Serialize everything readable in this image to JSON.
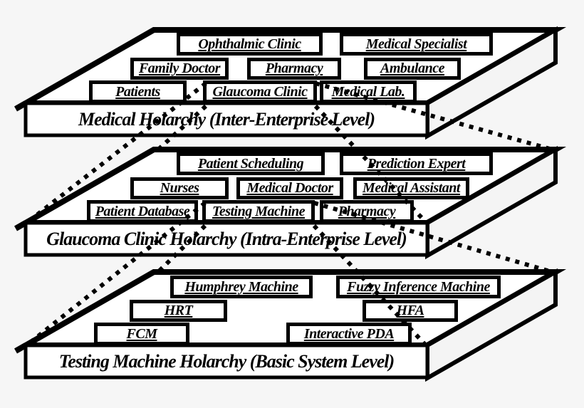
{
  "diagram": {
    "kind": "holarchy-levels-diagram",
    "background_color": "#f6f6f6",
    "ink_color": "#000000",
    "layers": [
      {
        "title": "Medical Holarchy (Inter-Enterprise Level)",
        "boxes": [
          {
            "label": "Ophthalmic Clinic"
          },
          {
            "label": "Medical Specialist"
          },
          {
            "label": "Family Doctor"
          },
          {
            "label": "Pharmacy"
          },
          {
            "label": "Ambulance"
          },
          {
            "label": "Patients"
          },
          {
            "label": "Glaucoma Clinic"
          },
          {
            "label": "Medical Lab."
          }
        ]
      },
      {
        "title": "Glaucoma Clinic Holarchy (Intra-Enterprise Level)",
        "boxes": [
          {
            "label": "Patient Scheduling"
          },
          {
            "label": "Prediction Expert"
          },
          {
            "label": "Nurses"
          },
          {
            "label": "Medical Doctor"
          },
          {
            "label": "Medical Assistant"
          },
          {
            "label": "Patient Database"
          },
          {
            "label": "Testing Machine"
          },
          {
            "label": "Pharmacy"
          }
        ]
      },
      {
        "title": "Testing Machine Holarchy (Basic System Level)",
        "boxes": [
          {
            "label": "Humphrey Machine"
          },
          {
            "label": "Fuzzy Inference Machine"
          },
          {
            "label": "HRT"
          },
          {
            "label": "HFA"
          },
          {
            "label": "FCM"
          },
          {
            "label": "Interactive PDA"
          }
        ]
      }
    ],
    "connections": [
      {
        "source_box": "Glaucoma Clinic",
        "source_layer_index": 0,
        "expands_to_layer_index": 1,
        "line_style": "dotted"
      },
      {
        "source_box": "Testing Machine",
        "source_layer_index": 1,
        "expands_to_layer_index": 2,
        "line_style": "dotted"
      }
    ]
  }
}
